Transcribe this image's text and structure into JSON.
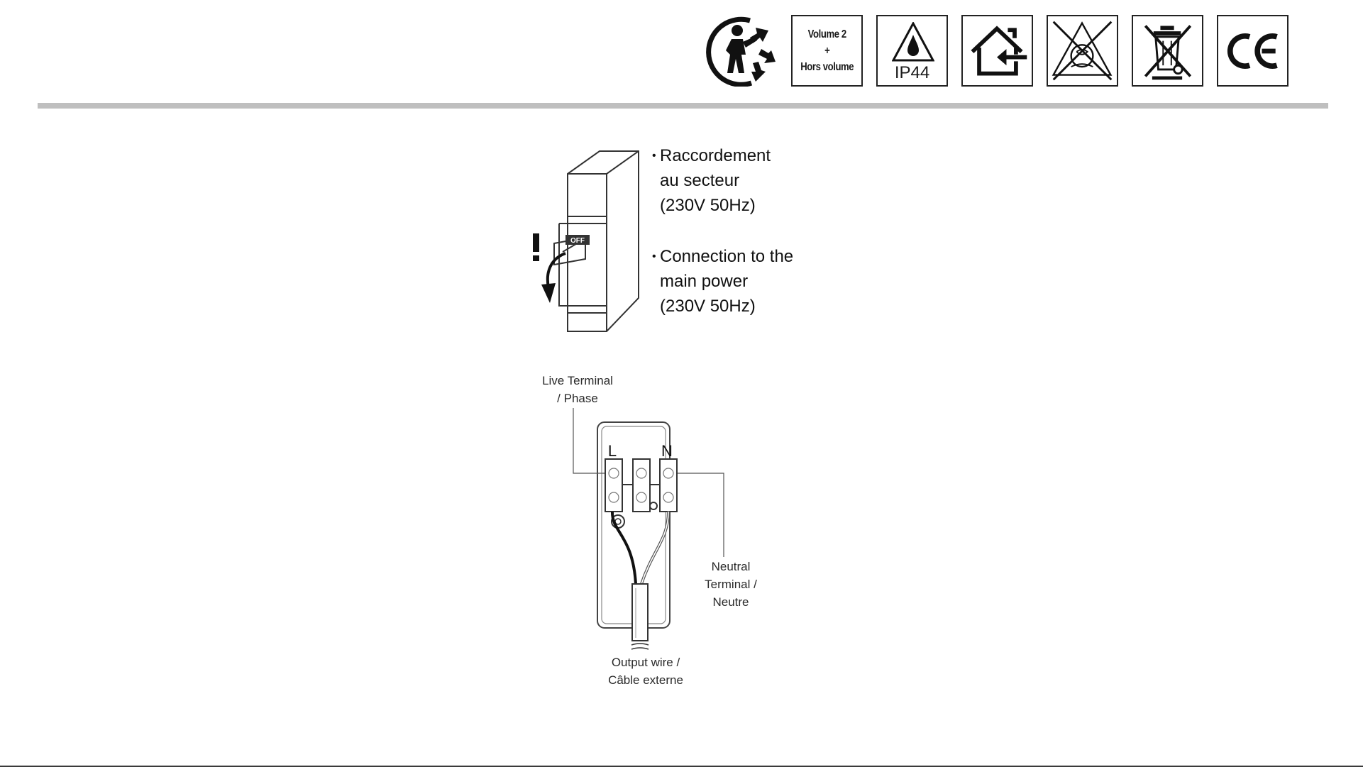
{
  "header_icons": {
    "volume_label_line1": "Volume 2",
    "volume_label_line2": "+",
    "volume_label_line3": "Hors volume",
    "ip_rating": "IP44",
    "items": [
      {
        "icon": "recycling-person-icon"
      },
      {
        "icon": "volume-zone-icon"
      },
      {
        "icon": "ip44-water-drop-icon"
      },
      {
        "icon": "indoor-use-house-icon"
      },
      {
        "icon": "do-not-cover-icon"
      },
      {
        "icon": "weee-crossed-bin-icon"
      },
      {
        "icon": "ce-mark-icon"
      }
    ]
  },
  "breaker_instructions": {
    "off_label": "OFF",
    "french": {
      "line1": "Raccordement",
      "line2": "au secteur",
      "line3": "(230V 50Hz)"
    },
    "english": {
      "line1": "Connection to the",
      "line2": "main power",
      "line3": "(230V 50Hz)"
    }
  },
  "wiring_diagram": {
    "live_label_line1": "Live Terminal",
    "live_label_line2": "/ Phase",
    "terminal_l": "L",
    "terminal_n": "N",
    "neutral_label_line1": "Neutral",
    "neutral_label_line2": "Terminal /",
    "neutral_label_line3": "Neutre",
    "output_label_line1": "Output wire /",
    "output_label_line2": "Câble externe"
  }
}
